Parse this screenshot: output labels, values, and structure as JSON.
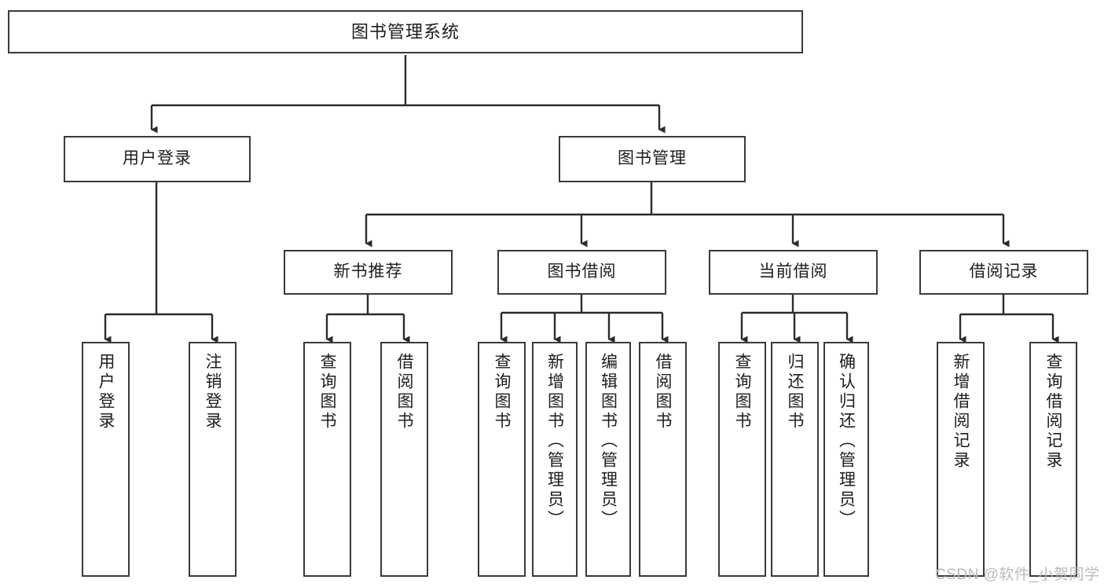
{
  "diagram": {
    "type": "tree-hierarchy",
    "title": "图书管理系统",
    "orientation": "top-down",
    "line_color": "#3a3a3a",
    "box_fill": "#ffffff",
    "text_color": "#1d1d1d"
  },
  "root": {
    "label": "图书管理系统"
  },
  "level1": [
    {
      "label": "用户登录"
    },
    {
      "label": "图书管理"
    }
  ],
  "level2": [
    {
      "label": "新书推荐"
    },
    {
      "label": "图书借阅"
    },
    {
      "label": "当前借阅"
    },
    {
      "label": "借阅记录"
    }
  ],
  "leaves": {
    "user_login": [
      {
        "label": "用户登录"
      },
      {
        "label": "注销登录"
      }
    ],
    "new_book": [
      {
        "label": "查询图书"
      },
      {
        "label": "借阅图书"
      }
    ],
    "borrow_book": [
      {
        "label": "查询图书"
      },
      {
        "label": "新增图书（管理员）"
      },
      {
        "label": "编辑图书（管理员）"
      },
      {
        "label": "借阅图书"
      }
    ],
    "current_borrow": [
      {
        "label": "查询图书"
      },
      {
        "label": "归还图书"
      },
      {
        "label": "确认归还（管理员）"
      }
    ],
    "borrow_record": [
      {
        "label": "新增借阅记录"
      },
      {
        "label": "查询借阅记录"
      }
    ]
  },
  "watermark": {
    "text": "CSDN @软件_小贺同学"
  }
}
